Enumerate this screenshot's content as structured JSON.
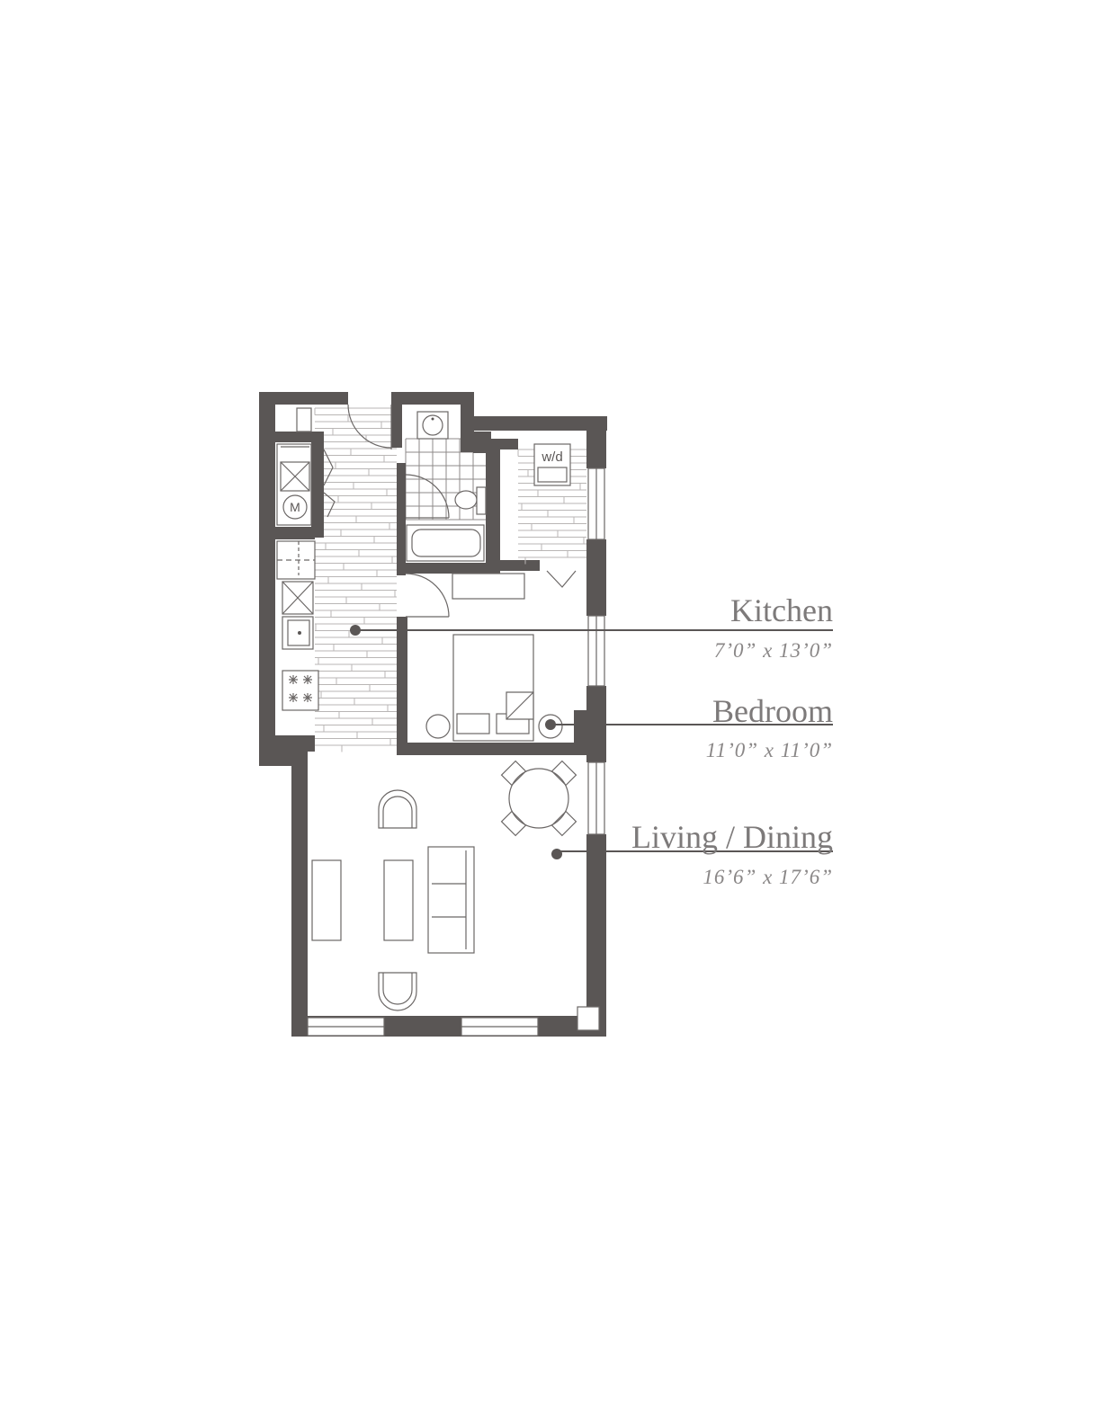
{
  "rooms": [
    {
      "name": "Kitchen",
      "dimensions": "7’0” x 13’0”"
    },
    {
      "name": "Bedroom",
      "dimensions": "11’0” x 11’0”"
    },
    {
      "name": "Living / Dining",
      "dimensions": "16’6” x 17’6”"
    }
  ],
  "fixtures": {
    "washer_dryer": "w/d",
    "meter": "M"
  },
  "colors": {
    "wall": "#5a5655",
    "label": "#7d7a7a"
  }
}
